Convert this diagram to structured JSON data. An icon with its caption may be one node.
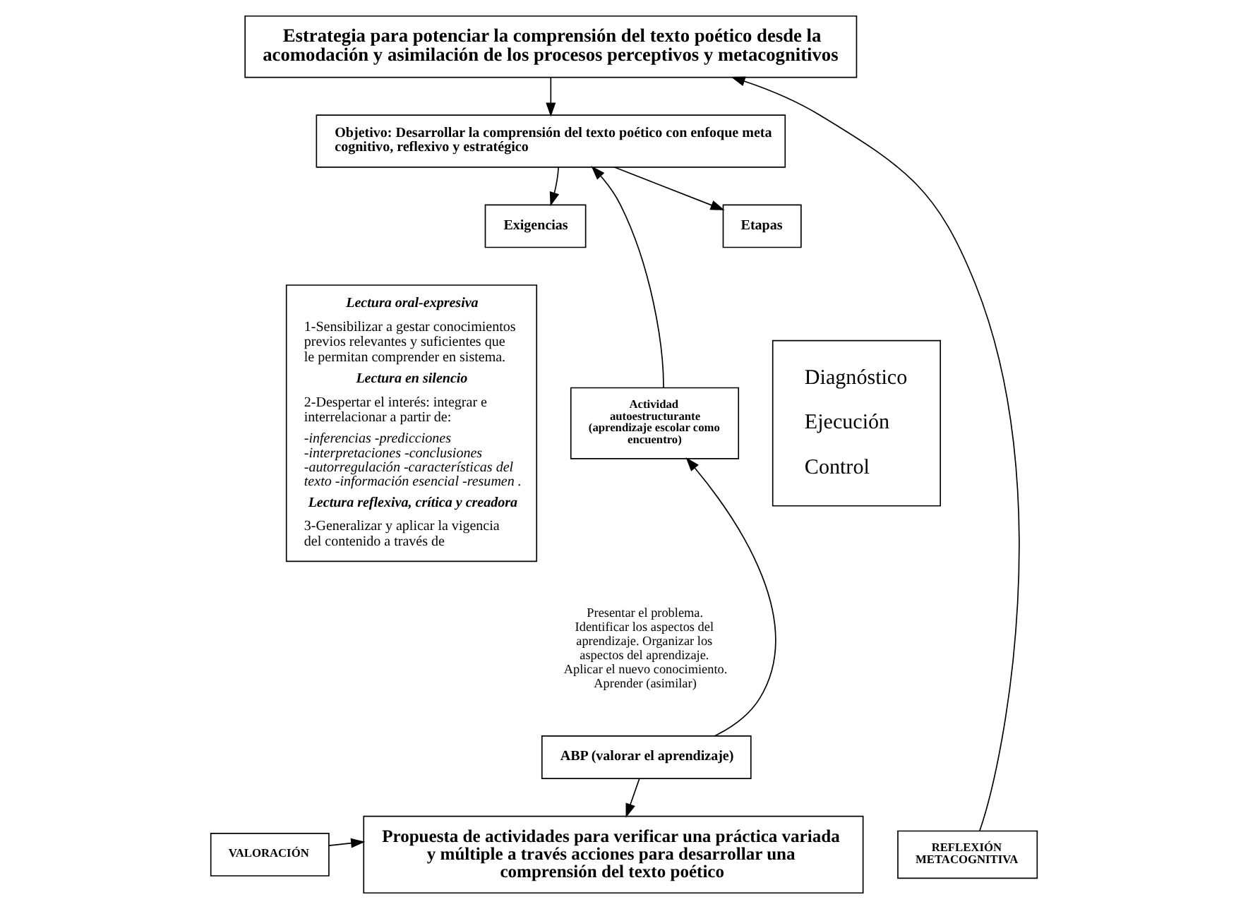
{
  "diagram": {
    "nodes": [
      {
        "text": [
          "Estrategia para potenciar la comprensión del texto poético desde la acomodación y asimilación de los procesos perceptivos y metacognitivos"
        ]
      },
      {
        "text": [
          "Objetivo: Desarrollar la comprensión del texto poético con enfoque meta cognitivo, reflexivo y estratégico"
        ]
      },
      {
        "text": [
          "Exigencias"
        ]
      },
      {
        "text": [
          "Lectura oral-expresiva",
          "1-Sensibilizar a gestar conocimientos previos relevantes y suficientes que le permitan comprender en sistema.",
          "Lectura en silencio",
          "2-Despertar el interés: integrar e interrelacionar a partir de:",
          "-inferencias -predicciones -interpretaciones -conclusiones -autorregulación -características del texto -información esencial -resumen .",
          "Lectura reflexiva, crítica y creadora",
          "3-Generalizar y aplicar la vigencia del contenido a través de"
        ]
      },
      {
        "text": [
          "Etapas"
        ]
      },
      {
        "text": [
          "Diagnóstico",
          "Ejecución",
          "Control"
        ]
      },
      {
        "text": [
          "Actividad autoestructurante (aprendizaje escolar como encuentro)"
        ]
      },
      {
        "text": [
          "ABP (valorar el aprendizaje)"
        ],
        "beside": [
          "Presentar el problema. Identificar los aspectos del aprendizaje. Organizar los aspectos del aprendizaje. Aplicar el nuevo conocimiento. Aprender (asimilar)"
        ]
      },
      {
        "text": [
          "Propuesta de actividades para verificar una práctica variada y múltiple a través acciones para desarrollar una comprensión del texto poético"
        ]
      },
      {
        "text": [
          "VALORACIÓN"
        ]
      },
      {
        "text": [
          "REFLEXIÓN METACOGNITIVA"
        ]
      }
    ],
    "edges": [
      {
        "from": 0,
        "to": 1,
        "arrow": "to"
      },
      {
        "from": 1,
        "to": 2,
        "arrow": "to"
      },
      {
        "from": 1,
        "to": 4,
        "arrow": "to"
      },
      {
        "from": 6,
        "to": 1,
        "arrow": "to"
      },
      {
        "from": 7,
        "to": 6,
        "arrow": "to"
      },
      {
        "from": 7,
        "to": 8,
        "arrow": "to"
      },
      {
        "from": 9,
        "to": 8,
        "arrow": "to"
      },
      {
        "from": 10,
        "to": 0,
        "arrow": "to"
      }
    ]
  }
}
